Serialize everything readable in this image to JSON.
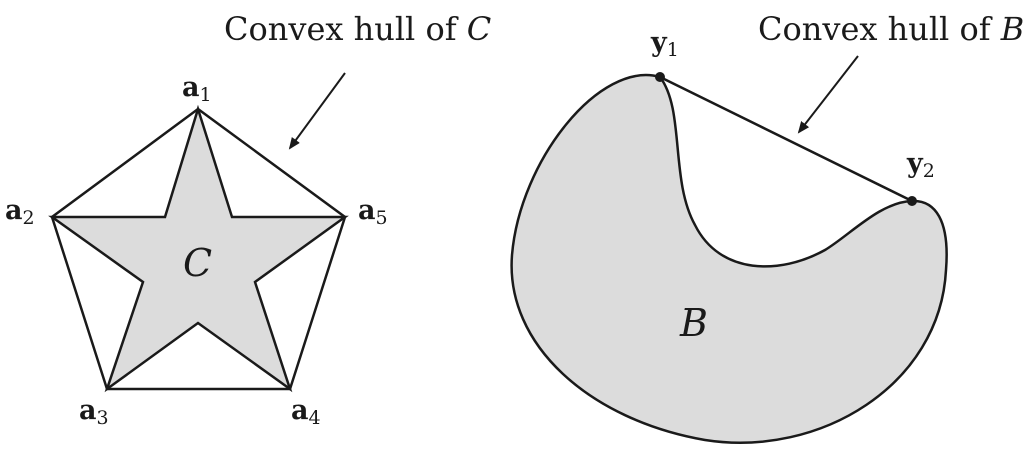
{
  "left_figure": {
    "caption_text": "Convex hull of ",
    "caption_var": "C",
    "set_label": "C",
    "vertices": [
      {
        "base": "a",
        "sub": "1"
      },
      {
        "base": "a",
        "sub": "2"
      },
      {
        "base": "a",
        "sub": "3"
      },
      {
        "base": "a",
        "sub": "4"
      },
      {
        "base": "a",
        "sub": "5"
      }
    ]
  },
  "right_figure": {
    "caption_text": "Convex hull of ",
    "caption_var": "B",
    "set_label": "B",
    "points": [
      {
        "base": "y",
        "sub": "1"
      },
      {
        "base": "y",
        "sub": "2"
      }
    ]
  },
  "colors": {
    "fill": "#dcdcdc",
    "stroke": "#1a1a1a"
  }
}
